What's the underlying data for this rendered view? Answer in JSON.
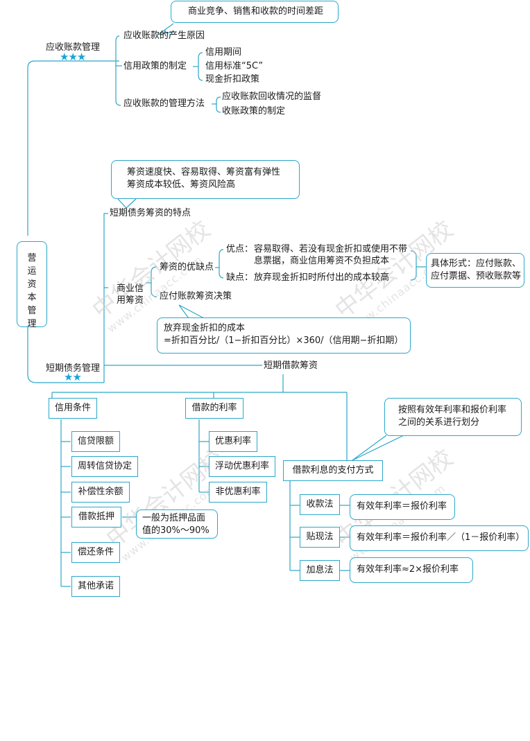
{
  "root": "营运资本管理",
  "receivables": {
    "title": "应收账款管理",
    "stars": "★★★",
    "callout": "商业竞争、销售和收款的时间差距",
    "cause": "应收账款的产生原因",
    "credit_policy": {
      "label": "信用政策的制定",
      "items": [
        "信用期间",
        "信用标准“5C”",
        "现金折扣政策"
      ]
    },
    "methods": {
      "label": "应收账款的管理方法",
      "items": [
        "应收账款回收情况的监督",
        "收账政策的制定"
      ]
    }
  },
  "short_debt": {
    "title": "短期债务管理",
    "stars": "★★",
    "features_callout": [
      "筹资速度快、容易取得、筹资富有弹性",
      "筹资成本较低、筹资风险高"
    ],
    "features_label": "短期债务筹资的特点",
    "trade_credit": {
      "label_line1": "商业信",
      "label_line2": "用筹资",
      "pros_cons": "筹资的优缺点",
      "pros_label": "优点：",
      "pros_text": [
        "容易取得、若没有现金折扣或使用不带",
        "息票据，商业信用筹资不负担成本"
      ],
      "cons_label": "缺点：",
      "cons_text": "放弃现金折扣时所付出的成本较高",
      "forms": [
        "具体形式：应付账款、",
        "应付票据、预收账款等"
      ],
      "payable_decision": "应付账款筹资决策",
      "formula": [
        "放弃现金折扣的成本",
        "=折扣百分比/（1−折扣百分比）×360/（信用期−折扣期）"
      ]
    },
    "short_loan": {
      "label": "短期借款筹资",
      "credit_terms": {
        "label": "信用条件",
        "items": [
          "信贷限额",
          "周转信贷协定",
          "补偿性余额",
          "借款抵押",
          "偿还条件",
          "其他承诺"
        ],
        "collateral_note": [
          "一般为抵押品面",
          "值的30%～90%"
        ]
      },
      "rates": {
        "label": "借款的利率",
        "items": [
          "优惠利率",
          "浮动优惠利率",
          "非优惠利率"
        ]
      },
      "payment": {
        "label": "借款利息的支付方式",
        "note": [
          "按照有效年利率和报价利率",
          "之间的关系进行划分"
        ],
        "methods": [
          {
            "name": "收款法",
            "formula": "有效年利率＝报价利率"
          },
          {
            "name": "贴现法",
            "formula": "有效年利率＝报价利率／（1－报价利率）"
          },
          {
            "name": "加息法",
            "formula": "有效年利率≈2×报价利率"
          }
        ]
      }
    }
  },
  "watermarks": [
    {
      "text": "中华会计网校",
      "url": "www.chinaacc.com"
    },
    {
      "text": "中华会计网校",
      "url": "www.chinaacc.com"
    },
    {
      "text": "中华会计网校",
      "url": "www.chinaacc.com"
    },
    {
      "text": "中华会计网校",
      "url": "www.chinaacc.com"
    }
  ],
  "colors": {
    "line": "#2aa7c9",
    "star": "#1aa3d6"
  }
}
